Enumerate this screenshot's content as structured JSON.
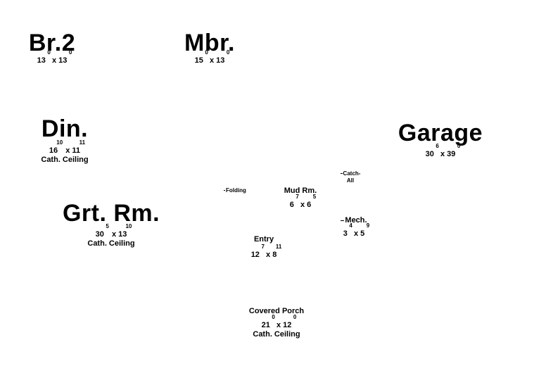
{
  "rooms": {
    "br2": {
      "name": "Br.2",
      "w": "13",
      "w_in": "0",
      "x": "x",
      "h": "13",
      "h_in": "0"
    },
    "mbr": {
      "name": "Mbr.",
      "w": "15",
      "w_in": "0",
      "x": "x",
      "h": "13",
      "h_in": "0"
    },
    "din": {
      "name": "Din.",
      "w": "16",
      "w_in": "10",
      "x": "x",
      "h": "11",
      "h_in": "11",
      "note": "Cath. Ceiling"
    },
    "garage": {
      "name": "Garage",
      "w": "30",
      "w_in": "6",
      "x": "x",
      "h": "39",
      "h_in": "0"
    },
    "grt": {
      "name": "Grt. Rm.",
      "w": "30",
      "w_in": "5",
      "x": "x",
      "h": "13",
      "h_in": "10",
      "note": "Cath. Ceiling"
    },
    "mud": {
      "name": "Mud Rm.",
      "w": "6",
      "w_in": "7",
      "x": "x",
      "h": "6",
      "h_in": "5"
    },
    "mech": {
      "name": "Mech.",
      "w": "3",
      "w_in": "4",
      "x": "x",
      "h": "5",
      "h_in": "9"
    },
    "entry": {
      "name": "Entry",
      "w": "12",
      "w_in": "7",
      "x": "x",
      "h": "8",
      "h_in": "11"
    },
    "porch": {
      "name": "Covered Porch",
      "w": "21",
      "w_in": "0",
      "x": "x",
      "h": "12",
      "h_in": "0",
      "note": "Cath. Ceiling"
    }
  },
  "labels": {
    "folding": "Folding",
    "catch_line1": "Catch-",
    "catch_line2": "All"
  }
}
